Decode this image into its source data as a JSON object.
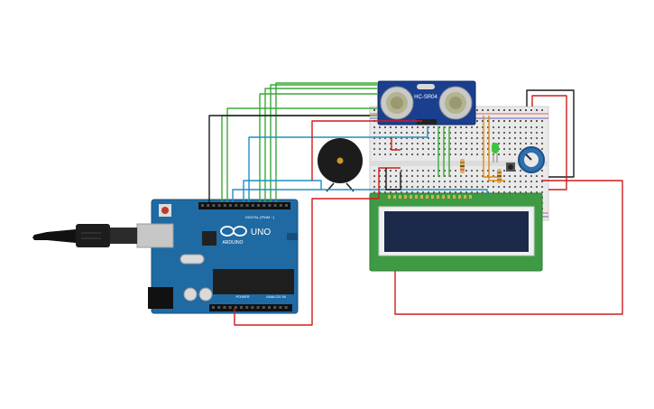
{
  "sensor": {
    "label": "HC-SR04"
  },
  "arduino": {
    "brand": "ARDUINO",
    "model": "UNO",
    "digital_header": "DIGITAL (PWM ~)",
    "power_header": "POWER",
    "analog_header": "ANALOG IN"
  },
  "colors": {
    "wire_green": "#3aa83a",
    "wire_blue": "#1f8fc4",
    "wire_red": "#d01c1c",
    "wire_black": "#1a1a1a",
    "wire_orange": "#e08a12",
    "board_blue": "#1f6aa3",
    "lcd_green": "#3e9b43",
    "lcd_screen": "#1b2a4a",
    "sensor_blue": "#1a3f8f"
  }
}
